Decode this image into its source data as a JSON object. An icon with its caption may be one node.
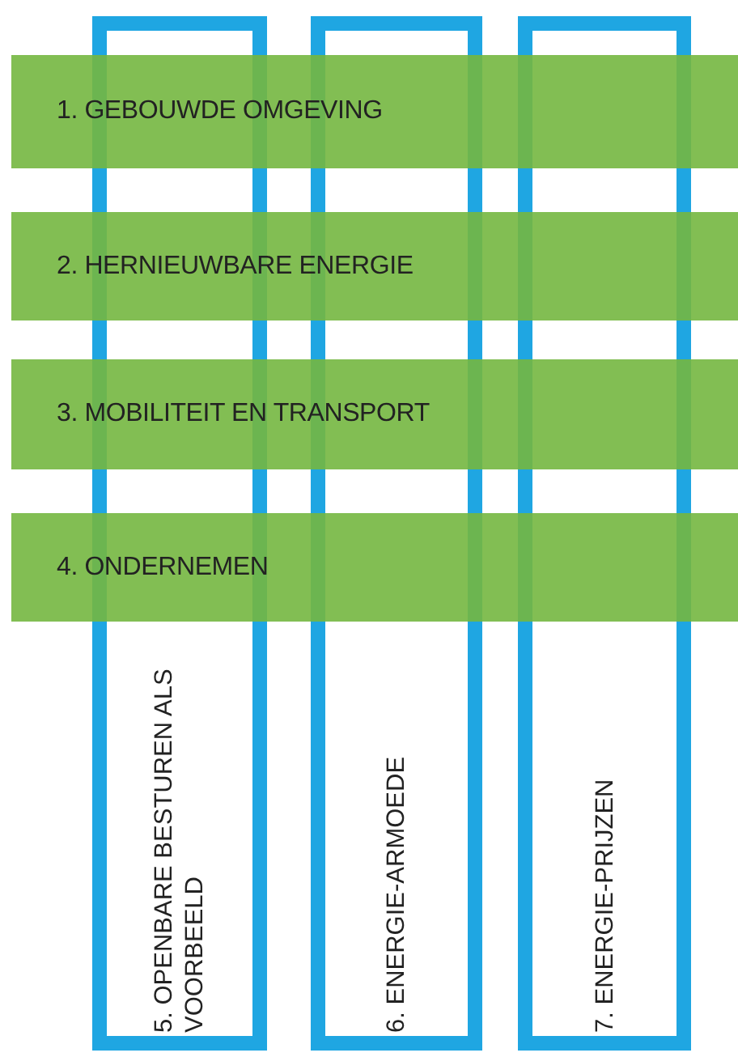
{
  "diagram": {
    "nodes": [
      {
        "text": [
          "1. GEBOUWDE OMGEVING"
        ]
      },
      {
        "text": [
          "2. HERNIEUWBARE ENERGIE"
        ]
      },
      {
        "text": [
          "3. MOBILITEIT EN TRANSPORT"
        ]
      },
      {
        "text": [
          "4. ONDERNEMEN"
        ]
      },
      {
        "text": [
          "5. OPENBARE BESTUREN ALS VOORBEELD"
        ]
      },
      {
        "text": [
          "6. ENERGIE-ARMOEDE"
        ]
      },
      {
        "text": [
          "7. ENERGIE-PRIJZEN"
        ]
      }
    ]
  }
}
